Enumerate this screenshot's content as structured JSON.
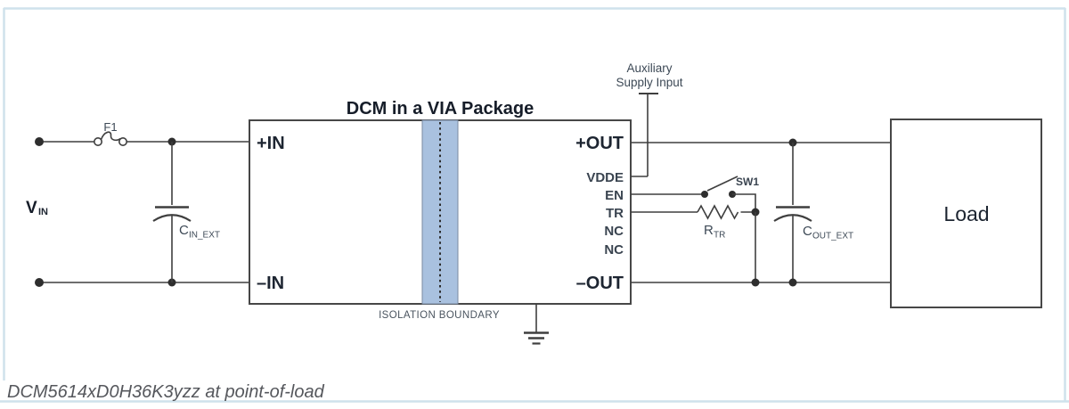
{
  "figure": {
    "caption": "DCM5614xD0H36K3yzz at point-of-load",
    "border_color": "#cfe2ec"
  },
  "schematic": {
    "title": "DCM in a VIA Package",
    "module": {
      "pin_plus_in": "+IN",
      "pin_minus_in": "–IN",
      "pin_plus_out": "+OUT",
      "pin_vdde": "VDDE",
      "pin_en": "EN",
      "pin_tr": "TR",
      "pin_nc1": "NC",
      "pin_nc2": "NC",
      "pin_minus_out": "–OUT",
      "isolation_label": "ISOLATION BOUNDARY"
    },
    "input": {
      "source_label": "V",
      "source_label_sub": "IN",
      "fuse_label": "F1",
      "cap_label": "C",
      "cap_label_sub": "IN_EXT"
    },
    "output": {
      "aux_label_line1": "Auxiliary",
      "aux_label_line2": "Supply Input",
      "switch_label": "SW1",
      "resistor_label": "R",
      "resistor_label_sub": "TR",
      "cap_label": "C",
      "cap_label_sub": "OUT_EXT",
      "load_label": "Load"
    },
    "colors": {
      "wire": "#3f3f3f",
      "isolation_band": "#a9c1df",
      "isolation_band_edge": "#7a8aa0",
      "panel_border": "#cfe2ec",
      "text_dark": "#1d2531",
      "text_pin": "#3a4450",
      "caption_text": "#55575c"
    }
  }
}
